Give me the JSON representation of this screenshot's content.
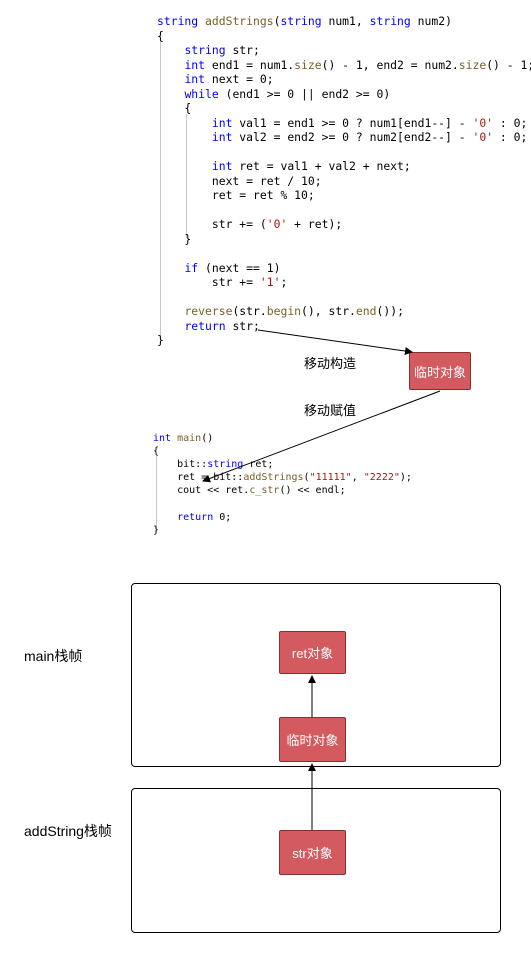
{
  "code_top": {
    "lines": [
      "string addStrings(string num1, string num2)",
      "{",
      "    string str;",
      "    int end1 = num1.size() - 1, end2 = num2.size() - 1;",
      "    int next = 0;",
      "    while (end1 >= 0 || end2 >= 0)",
      "    {",
      "        int val1 = end1 >= 0 ? num1[end1--] - '0' : 0;",
      "        int val2 = end2 >= 0 ? num2[end2--] - '0' : 0;",
      "",
      "        int ret = val1 + val2 + next;",
      "        next = ret / 10;",
      "        ret = ret % 10;",
      "",
      "        str += ('0' + ret);",
      "    }",
      "",
      "    if (next == 1)",
      "        str += '1';",
      "",
      "    reverse(str.begin(), str.end());",
      "    return str;",
      "}"
    ]
  },
  "code_bottom": {
    "lines": [
      "int main()",
      "{",
      "    bit::string ret;",
      "    ret = bit::addStrings(\"11111\", \"2222\");",
      "    cout << ret.c_str() << endl;",
      "",
      "    return 0;",
      "}"
    ]
  },
  "labels": {
    "move_construct": "移动构造",
    "temp_object_top": "临时对象",
    "move_assign": "移动赋值",
    "main_frame": "main栈帧",
    "addstring_frame": "addString栈帧",
    "ret_object": "ret对象",
    "temp_object_bottom": "临时对象",
    "str_object": "str对象"
  },
  "colors": {
    "box_fill": "#d35a5f",
    "box_border": "#8b2e31",
    "keyword": "#0000ff",
    "string_literal": "#a31515",
    "function": "#795e26"
  }
}
